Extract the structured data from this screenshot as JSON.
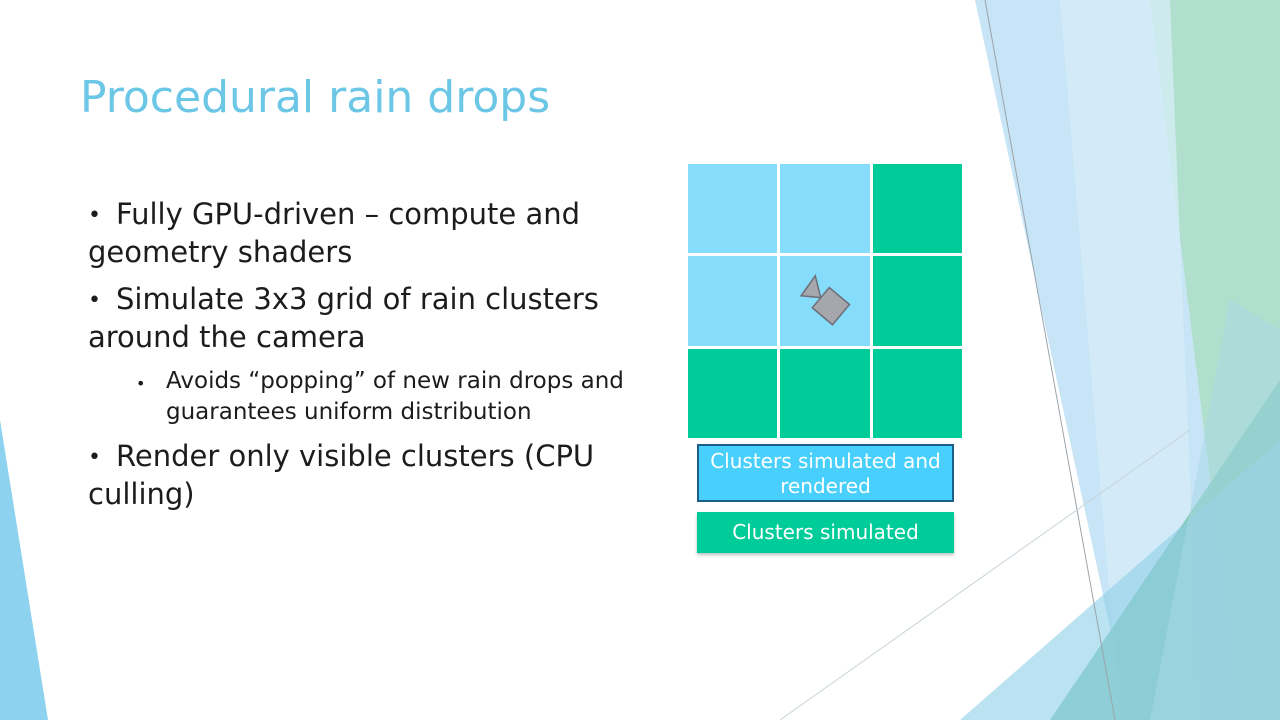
{
  "slide": {
    "title": "Procedural rain drops",
    "bullets": [
      {
        "level": 1,
        "text": "Fully GPU-driven – compute and geometry shaders"
      },
      {
        "level": 1,
        "text": "Simulate 3x3 grid of rain clusters around the camera"
      },
      {
        "level": 2,
        "text": "Avoids “popping” of new rain drops and guarantees uniform distribution"
      },
      {
        "level": 1,
        "text": "Render only visible clusters (CPU culling)"
      }
    ],
    "bullet_glyph": "•"
  },
  "diagram": {
    "grid": {
      "rows": 3,
      "cols": 3,
      "cells": [
        [
          "rendered",
          "rendered",
          "simulated"
        ],
        [
          "rendered",
          "camera",
          "simulated"
        ],
        [
          "simulated",
          "simulated",
          "simulated"
        ]
      ],
      "camera_icon": "camera-icon"
    },
    "legend": [
      {
        "label": "Clusters simulated and rendered",
        "color": "#48cffb"
      },
      {
        "label": "Clusters simulated",
        "color": "#00cc99"
      }
    ],
    "colors": {
      "rendered_cell": "#86dcfb",
      "simulated_cell": "#00cc99",
      "camera": "#a6a6ad"
    }
  },
  "theme": {
    "title_color": "#6cc6e6",
    "accent_colors": [
      "#86d4f0",
      "#9bd9c4",
      "#7ec8a8"
    ]
  }
}
